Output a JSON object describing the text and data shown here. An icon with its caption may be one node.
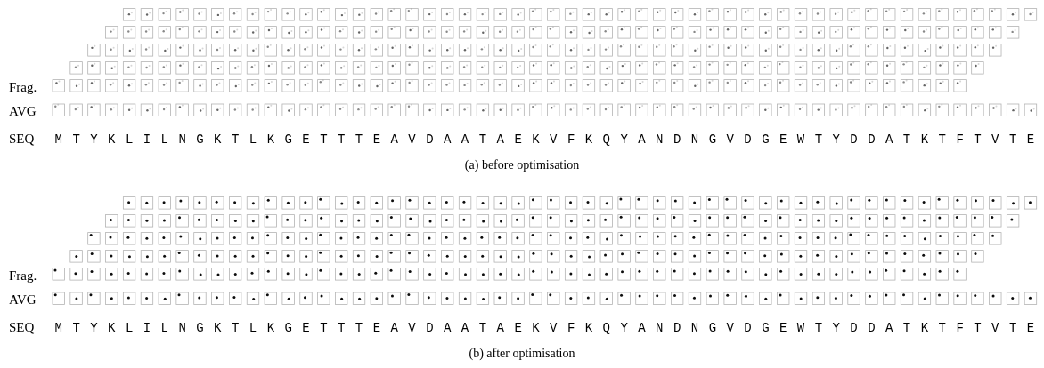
{
  "diagram": {
    "labels": [
      "Frag.",
      "AVG",
      "SEQ",
      "M",
      "T",
      "Y",
      "K",
      "L",
      "I",
      "L",
      "N",
      "G",
      "K",
      "T",
      "L",
      "K",
      "G",
      "E",
      "T",
      "T",
      "T",
      "E",
      "A",
      "V",
      "D",
      "A",
      "A",
      "T",
      "A",
      "E",
      "K",
      "V",
      "F",
      "K",
      "Q",
      "Y",
      "A",
      "N",
      "D",
      "N",
      "G",
      "V",
      "D",
      "G",
      "E",
      "W",
      "T",
      "Y",
      "D",
      "D",
      "A",
      "T",
      "K",
      "T",
      "F",
      "T",
      "V",
      "T",
      "E",
      "(a) before optimisation",
      "Frag.",
      "AVG",
      "SEQ",
      "M",
      "T",
      "Y",
      "K",
      "L",
      "I",
      "L",
      "N",
      "G",
      "K",
      "T",
      "L",
      "K",
      "G",
      "E",
      "T",
      "T",
      "T",
      "E",
      "A",
      "V",
      "D",
      "A",
      "A",
      "T",
      "A",
      "E",
      "K",
      "V",
      "F",
      "K",
      "Q",
      "Y",
      "A",
      "N",
      "D",
      "N",
      "G",
      "V",
      "D",
      "G",
      "E",
      "W",
      "T",
      "Y",
      "D",
      "D",
      "A",
      "T",
      "K",
      "T",
      "F",
      "T",
      "V",
      "T",
      "E",
      "(b) after optimisation"
    ]
  }
}
